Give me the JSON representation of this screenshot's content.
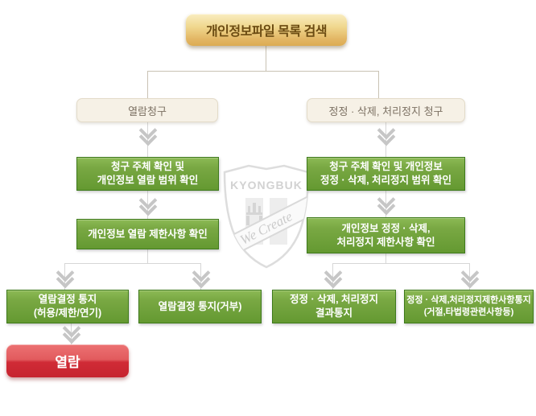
{
  "colors": {
    "gold_button": "#dcab52",
    "green_box": "#649931",
    "green_border": "#3e7a1b",
    "red_button": "#c6242f",
    "cream_box": "#f6f1e6",
    "connector_line": "#c9c2b4",
    "chevron": "#c6c6c6"
  },
  "root": {
    "label": "개인정보파일 목록 검색"
  },
  "left_branch": {
    "header": "열람청구",
    "step1": {
      "line1": "청구 주체 확인 및",
      "line2": "개인정보 열람 범위 확인"
    },
    "step2": {
      "line1": "개인정보 열람 제한사항 확인"
    },
    "result_allow": {
      "line1": "열람결정 통지",
      "line2": "(허용/제한/연기)"
    },
    "result_deny": {
      "line1": "열람결정 통지(거부)"
    },
    "final": {
      "label": "열람"
    }
  },
  "right_branch": {
    "header": "정정 · 삭제, 처리정지 청구",
    "step1": {
      "line1": "청구 주체 확인 및 개인정보",
      "line2": "정정 · 삭제, 처리정지 범위 확인"
    },
    "step2": {
      "line1": "개인정보 정정 · 삭제,",
      "line2": "처리정지 제한사항 확인"
    },
    "result_notice": {
      "line1": "정정 · 삭제, 처리정지",
      "line2": "결과통지"
    },
    "result_restrict": {
      "line1": "정정 · 삭제,처리정지제한사항통지",
      "line2": "(거절,타법령관련사항등)"
    }
  },
  "watermark": {
    "org": "KYONGBUK",
    "slogan": "We Create"
  }
}
